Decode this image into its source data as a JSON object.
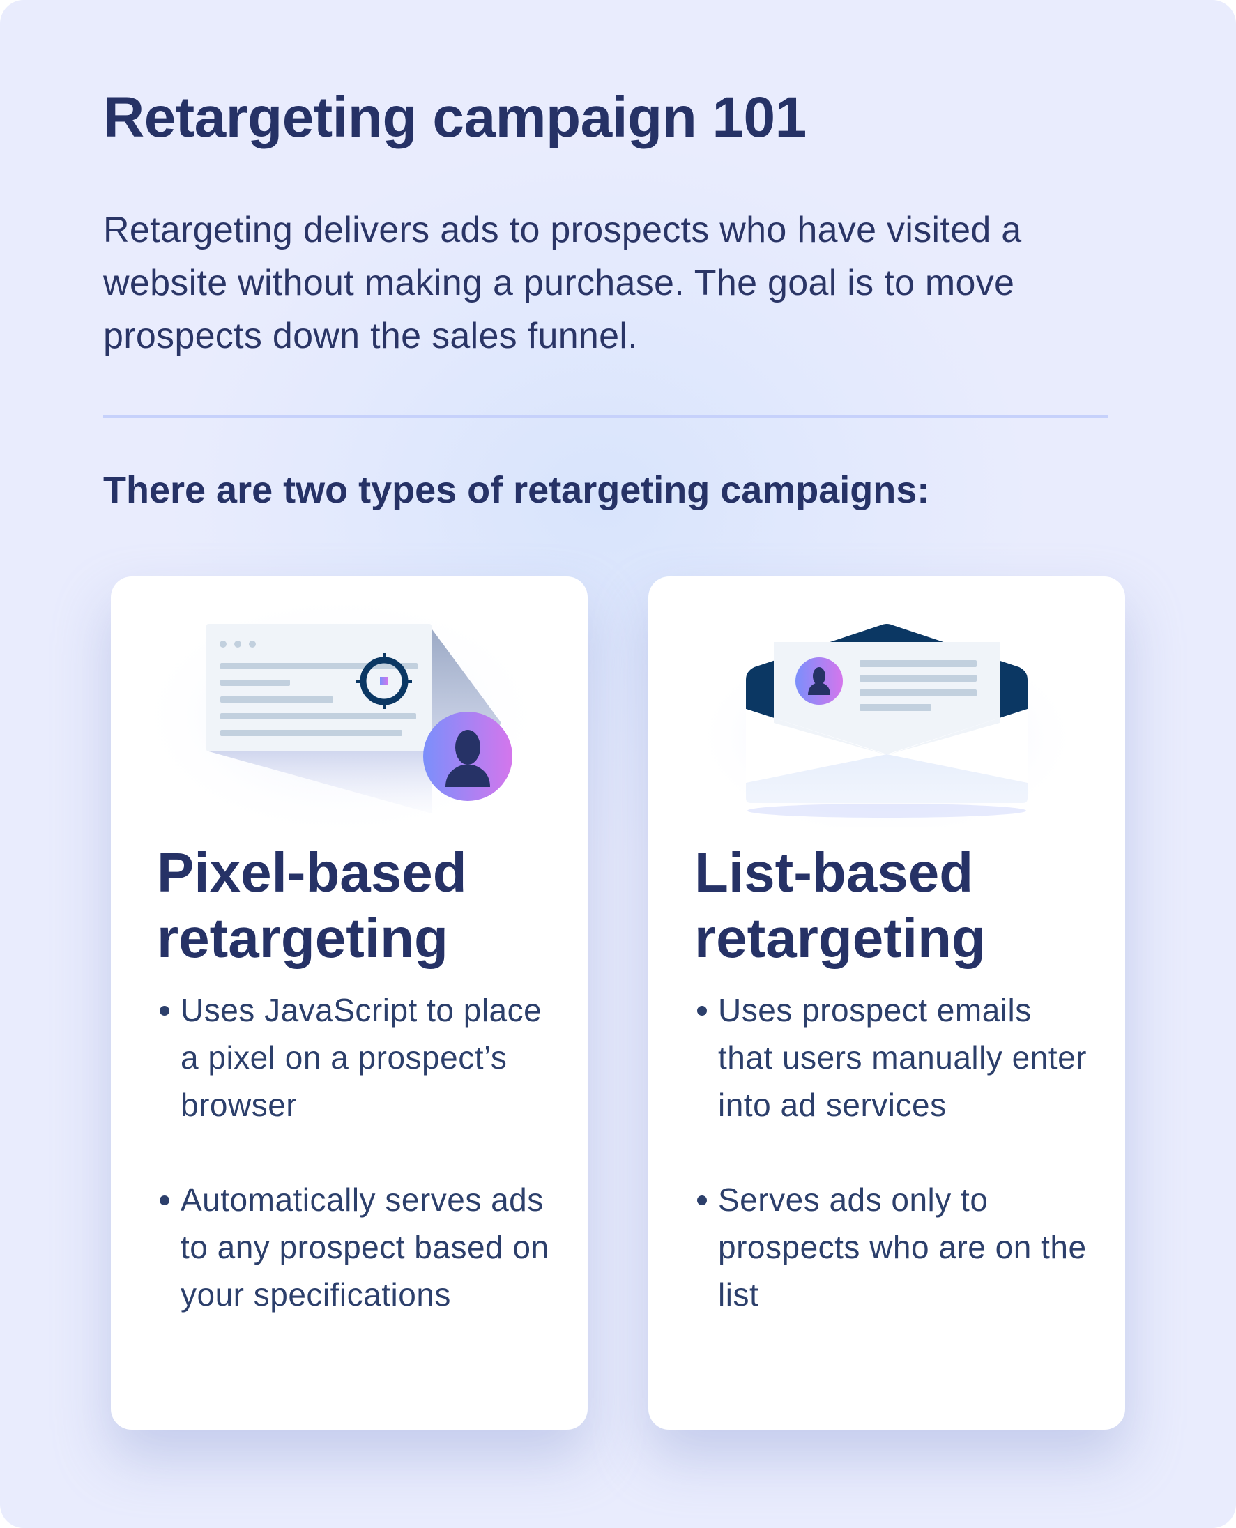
{
  "header": {
    "title": "Retargeting campaign 101",
    "intro": "Retargeting delivers ads to prospects who have visited a website without making a purchase. The goal is to move prospects down the sales funnel.",
    "subheading": "There are two types of retargeting campaigns:"
  },
  "colors": {
    "text_primary": "#263266",
    "body_text": "#2c3f6b",
    "background": "#e9ecfd",
    "divider": "#c6d1fb",
    "icon_navy": "#0b3763",
    "gradient_start": "#7b8ffb",
    "gradient_end": "#d476ec"
  },
  "cards": [
    {
      "title": "Pixel-based retargeting",
      "illustration": "browser-window-with-target-and-user-icon",
      "bullets": [
        "Uses JavaScript to place a pixel on a prospect’s browser",
        "Automatically serves ads to any prospect based on your specifications"
      ]
    },
    {
      "title": "List-based retargeting",
      "illustration": "open-envelope-with-user-card-icon",
      "bullets": [
        "Uses prospect emails that users manually enter into ad services",
        "Serves ads only to prospects who are on the list"
      ]
    }
  ]
}
